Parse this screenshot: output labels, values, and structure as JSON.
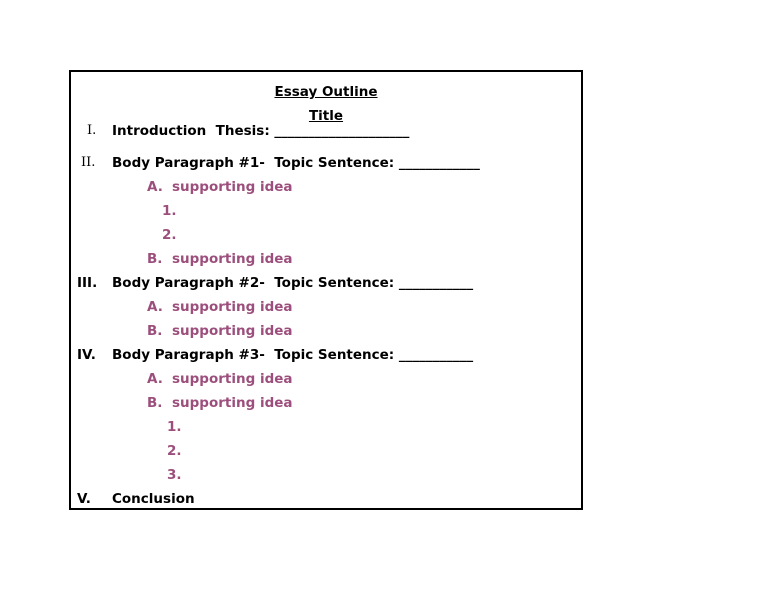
{
  "outline": {
    "title": "Essay Outline",
    "subtitle": "Title",
    "colors": {
      "text": "#000000",
      "sub": "#9c4f7c",
      "border": "#000000"
    },
    "rows": [
      {
        "marker": "I.",
        "text": "Introduction  Thesis: ____________________"
      },
      {
        "marker": "II.",
        "text": "Body Paragraph #1-  Topic Sentence: ____________"
      },
      {
        "marker": "A.",
        "text": "supporting idea"
      },
      {
        "marker": "1.",
        "text": ""
      },
      {
        "marker": "2.",
        "text": ""
      },
      {
        "marker": "B.",
        "text": "supporting idea"
      },
      {
        "marker": "III.",
        "text": "Body Paragraph #2-  Topic Sentence: ___________"
      },
      {
        "marker": "A.",
        "text": "supporting idea"
      },
      {
        "marker": "B.",
        "text": "supporting idea"
      },
      {
        "marker": "IV.",
        "text": "Body Paragraph #3-  Topic Sentence: ___________"
      },
      {
        "marker": "A.",
        "text": "supporting idea"
      },
      {
        "marker": "B.",
        "text": "supporting idea"
      },
      {
        "marker": "1.",
        "text": ""
      },
      {
        "marker": "2.",
        "text": ""
      },
      {
        "marker": "3.",
        "text": ""
      },
      {
        "marker": "V.",
        "text": "Conclusion"
      }
    ]
  }
}
